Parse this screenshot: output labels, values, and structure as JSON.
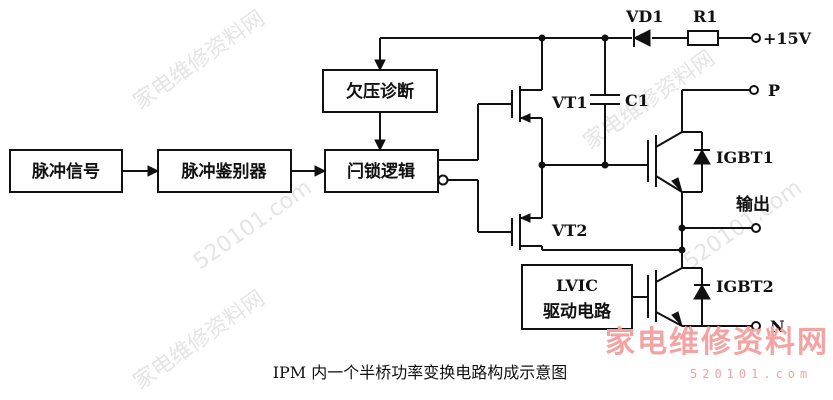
{
  "blocks": {
    "pulse_signal": "脉冲信号",
    "pulse_discriminator": "脉冲鉴别器",
    "latch_logic": "闩锁逻辑",
    "undervoltage_diag": "欠压诊断",
    "lvic_line1": "LVIC",
    "lvic_line2": "驱动电路"
  },
  "components": {
    "vd1": "VD1",
    "r1": "R1",
    "vt1": "VT1",
    "vt2": "VT2",
    "c1": "C1",
    "igbt1": "IGBT1",
    "igbt2": "IGBT2"
  },
  "terminals": {
    "supply": "+15V",
    "p": "P",
    "output": "输出",
    "n": "N"
  },
  "caption": "IPM 内一个半桥功率变换电路构成示意图",
  "watermark": {
    "site_name": "家电维修资料网",
    "site_url": "520101.com"
  }
}
